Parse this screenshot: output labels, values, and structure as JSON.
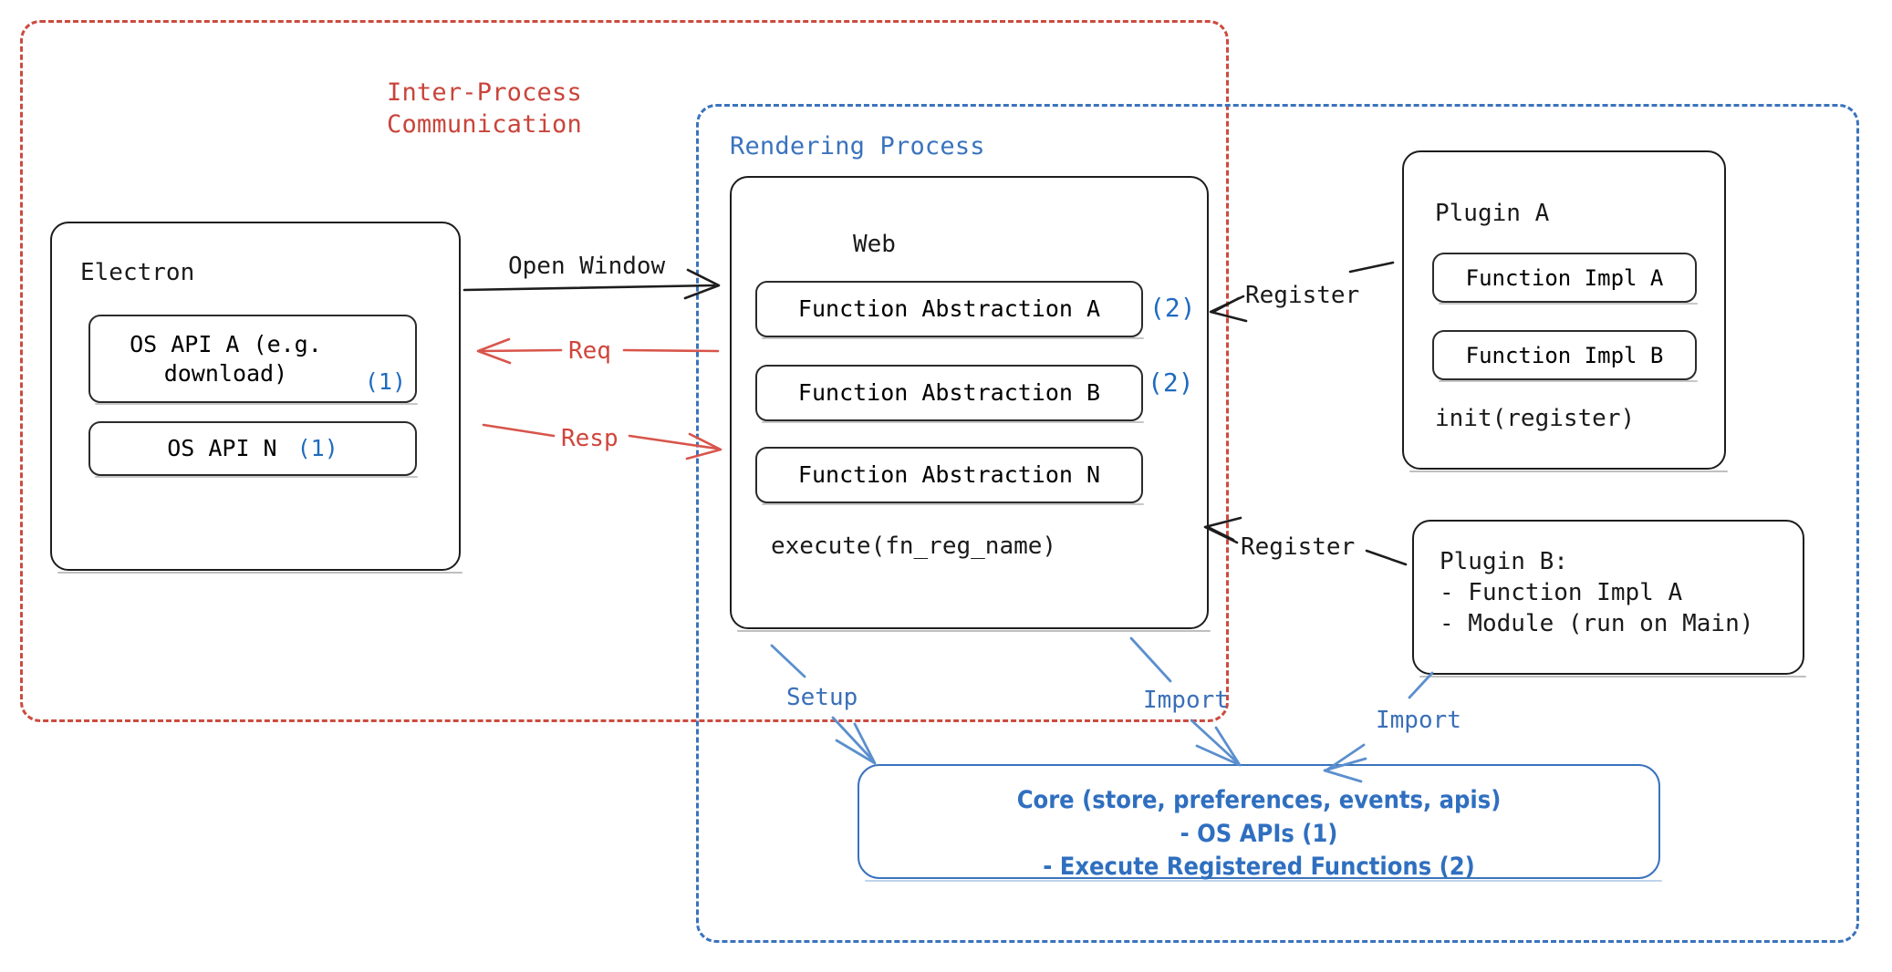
{
  "diagram": {
    "title_hidden": "Electron plugin architecture",
    "groups": {
      "ipc": {
        "label": "Inter-Process\nCommunication",
        "color": "#c9443b",
        "style": "dashed"
      },
      "render": {
        "label": "Rendering Process",
        "color": "#3a73bd",
        "style": "dashed"
      }
    },
    "electron": {
      "title": "Electron",
      "items": [
        {
          "text": "OS API A (e.g.\ndownload)",
          "mark": "(1)"
        },
        {
          "text": "OS API N",
          "mark": "(1)"
        }
      ]
    },
    "web": {
      "title": "Web",
      "items": [
        {
          "text": "Function Abstraction A",
          "mark": "(2)"
        },
        {
          "text": "Function Abstraction B",
          "mark": "(2)"
        },
        {
          "text": "Function Abstraction N",
          "mark": ""
        }
      ],
      "footer": "execute(fn_reg_name)"
    },
    "plugin_a": {
      "title": "Plugin A",
      "items": [
        "Function Impl A",
        "Function Impl B"
      ],
      "footer": "init(register)"
    },
    "plugin_b": {
      "text": "Plugin B:\n- Function Impl A\n- Module (run on Main)"
    },
    "core": {
      "text": "Core (store, preferences, events, apis)\n- OS APIs (1)\n- Execute Registered Functions (2)",
      "color": "#2f6fc0"
    },
    "edges": [
      {
        "label": "Open Window",
        "color": "#1a1a1a",
        "from": "electron",
        "to": "web"
      },
      {
        "label": "Req",
        "color": "#d0453c",
        "from": "web",
        "to": "electron"
      },
      {
        "label": "Resp",
        "color": "#d0453c",
        "from": "electron",
        "to": "web"
      },
      {
        "label": "Register",
        "color": "#1a1a1a",
        "from": "plugin-a",
        "to": "web"
      },
      {
        "label": "Register",
        "color": "#1a1a1a",
        "from": "plugin-b",
        "to": "web"
      },
      {
        "label": "Setup",
        "color": "#3a6fb8",
        "from": "web",
        "to": "core"
      },
      {
        "label": "Import",
        "color": "#3a6fb8",
        "from": "web",
        "to": "core"
      },
      {
        "label": "Import",
        "color": "#3a6fb8",
        "from": "plugin-b",
        "to": "core"
      }
    ],
    "colors": {
      "red": "#c9443b",
      "blue": "#3a73bd",
      "blue_text": "#2f6fc0",
      "ink": "#1a1a1a"
    }
  }
}
